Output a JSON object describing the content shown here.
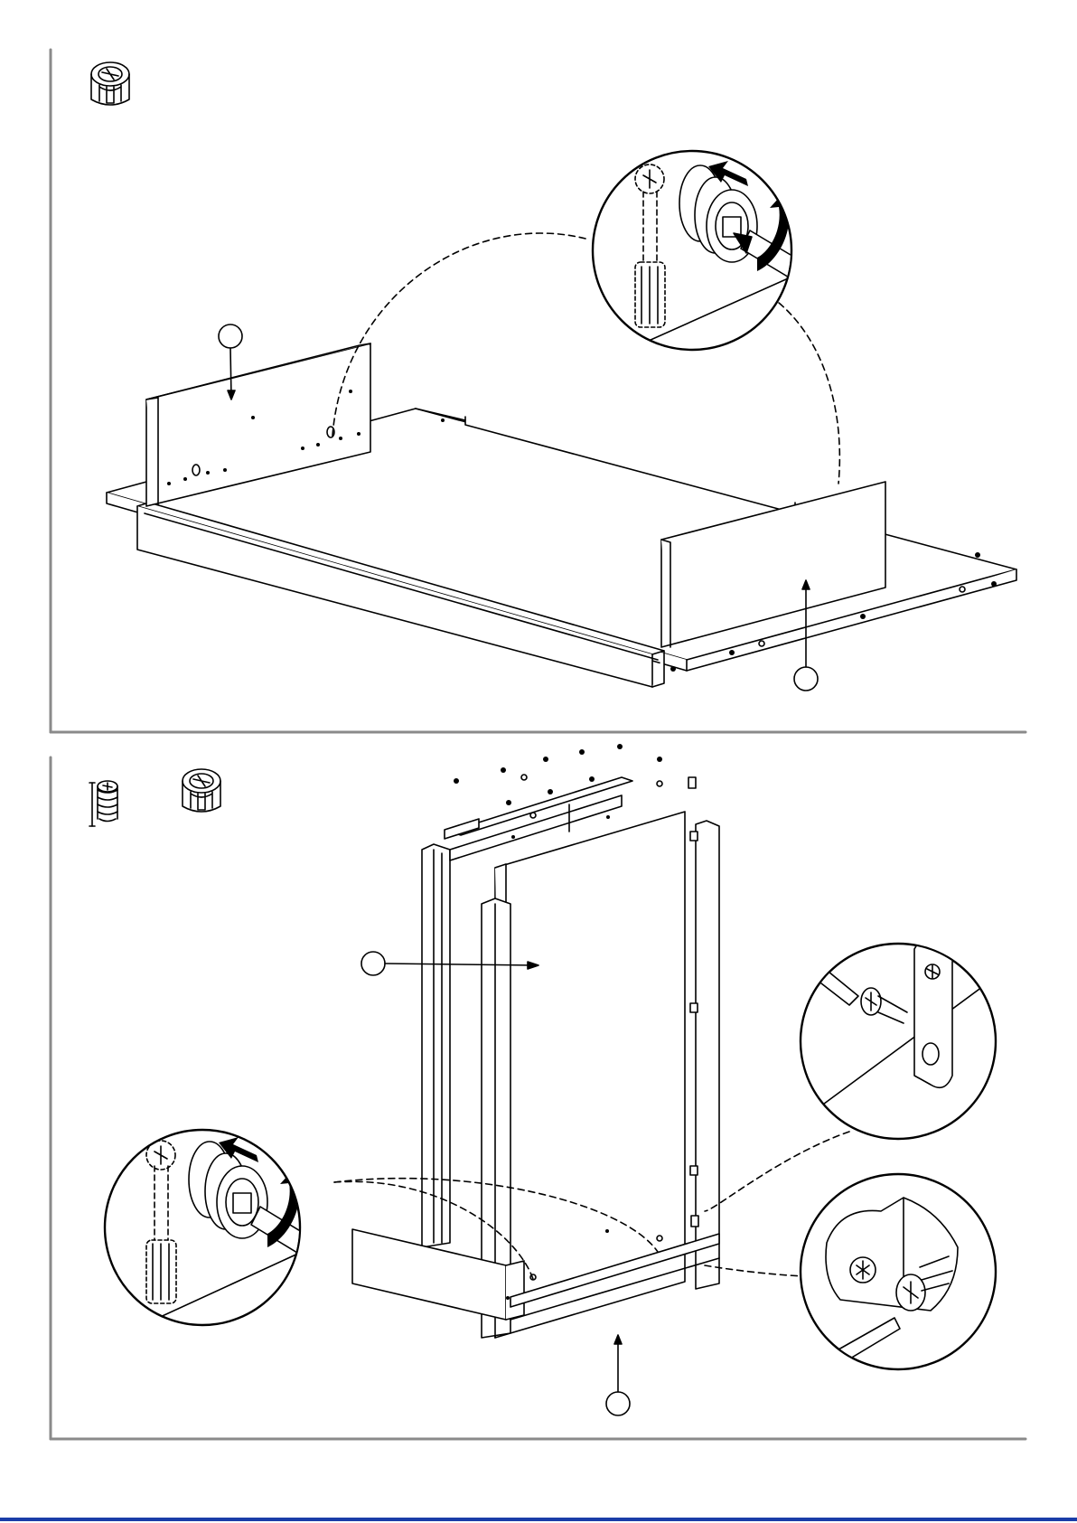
{
  "document": {
    "type": "furniture assembly instructions",
    "colors": {
      "ink": "#000000",
      "frame": "#8a8a8a",
      "footer_rule": "#1a3da8",
      "paper": "#ffffff"
    }
  },
  "steps": [
    {
      "hardware_icons": [
        "cam-lock-icon"
      ],
      "callout_markers": [
        "",
        ""
      ],
      "detail_views": [
        "cam-lock-tightening-detail"
      ]
    },
    {
      "hardware_icons": [
        "screw-icon",
        "cam-lock-icon"
      ],
      "callout_markers": [
        "",
        ""
      ],
      "detail_views": [
        "cam-lock-tightening-detail",
        "hinge-plate-screw-detail",
        "corner-bracket-screw-detail"
      ]
    }
  ]
}
